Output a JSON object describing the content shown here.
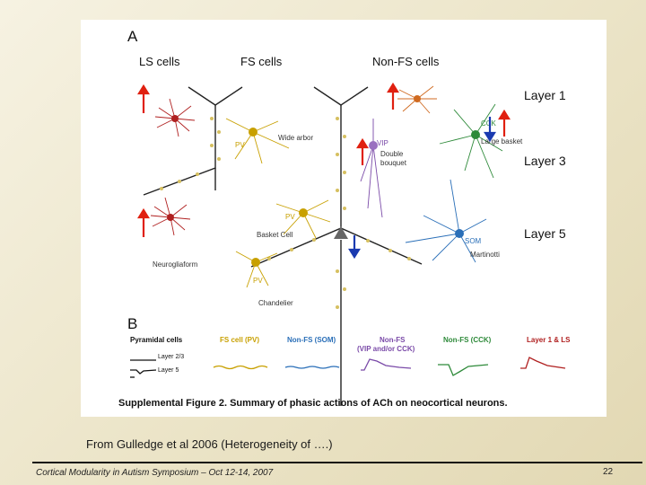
{
  "figure": {
    "panel_a_label": "A",
    "panel_b_label": "B",
    "column_headers": [
      "LS cells",
      "FS cells",
      "Non-FS cells"
    ],
    "layers": [
      "Layer 1",
      "Layer 3",
      "Layer 5"
    ],
    "cell_labels": {
      "wide_arbor": "Wide arbor",
      "pv1": "PV",
      "pv2": "PV",
      "pv3": "PV",
      "basket_cell": "Basket Cell",
      "chandelier": "Chandelier",
      "neurogliaform": "Neurogliaform",
      "vip": "VIP",
      "double_bouquet_1": "Double",
      "double_bouquet_2": "bouquet",
      "cck": "CCK",
      "large_basket": "Large basket",
      "som": "SOM",
      "martinotti": "Martinotti"
    },
    "trace_headers": [
      {
        "line1": "Pyramidal cells",
        "line2": "",
        "color": "#111111"
      },
      {
        "line1": "FS cell (PV)",
        "line2": "",
        "color": "#c8a000"
      },
      {
        "line1": "Non-FS (SOM)",
        "line2": "",
        "color": "#2a6fb8"
      },
      {
        "line1": "Non-FS",
        "line2": "(VIP and/or CCK)",
        "color": "#7a4aa8"
      },
      {
        "line1": "Non-FS (CCK)",
        "line2": "",
        "color": "#2e8a3a"
      },
      {
        "line1": "Layer 1 & LS",
        "line2": "",
        "color": "#b02020"
      }
    ],
    "trace_sublabels": [
      "Layer 2/3",
      "Layer 5"
    ],
    "supplemental_caption": "Supplemental Figure 2. Summary of phasic actions of ACh on neocortical neurons.",
    "colors": {
      "fs": "#c8a000",
      "som": "#2a6fb8",
      "vip": "#7a4aa8",
      "cck": "#2e8a3a",
      "ls": "#b02020",
      "arrow_up": "#e02010",
      "arrow_down": "#1a3ab0"
    }
  },
  "caption": "From Gulledge et al 2006 (Heterogeneity of ….)",
  "footer": {
    "left": "Cortical Modularity in Autism Symposium – Oct 12-14, 2007",
    "page": "22"
  }
}
